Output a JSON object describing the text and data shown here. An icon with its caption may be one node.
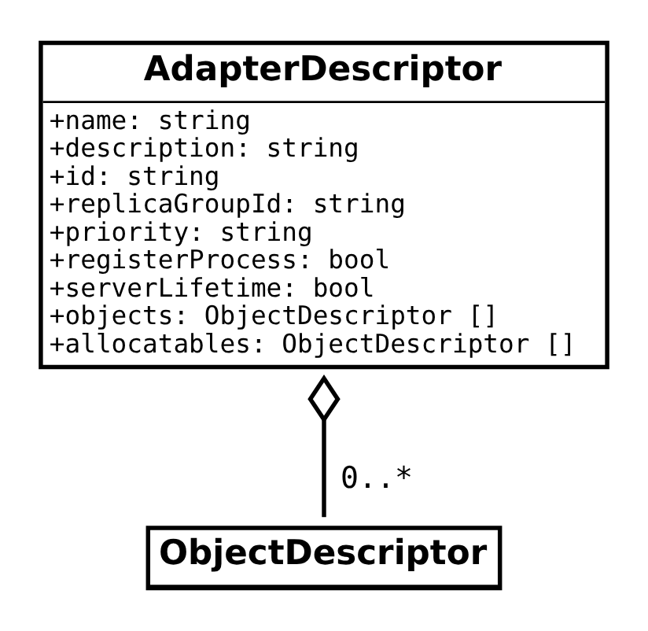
{
  "diagram": {
    "nodes": [
      {
        "text": [
          "AdapterDescriptor",
          "+name: string",
          "+description: string",
          "+id: string",
          "+replicaGroupId: string",
          "+priority: string",
          "+registerProcess: bool",
          "+serverLifetime: bool",
          "+objects: ObjectDescriptor []",
          "+allocatables: ObjectDescriptor []"
        ]
      },
      {
        "text": [
          "ObjectDescriptor"
        ]
      }
    ],
    "edges": [
      {
        "from": 0,
        "to": 1,
        "arrow": "other",
        "label": "0..*"
      }
    ]
  }
}
